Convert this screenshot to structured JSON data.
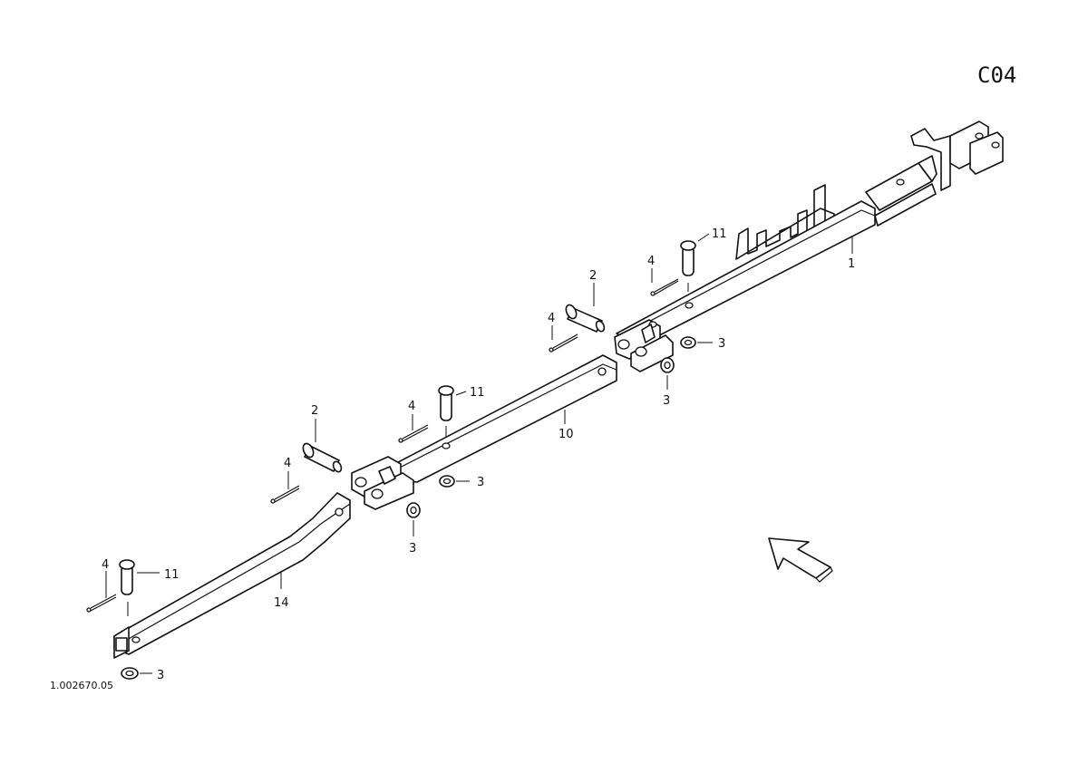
{
  "page_code": "C04",
  "drawing_ref": "1.002670.05",
  "callouts": {
    "c1": "1",
    "c2_top": "2",
    "c2_mid": "2",
    "c3_a": "3",
    "c3_b": "3",
    "c3_c": "3",
    "c3_d": "3",
    "c3_e": "3",
    "c4_a": "4",
    "c4_b": "4",
    "c4_c": "4",
    "c4_d": "4",
    "c10": "10",
    "c11_a": "11",
    "c11_b": "11",
    "c11_c": "11",
    "c14": "14"
  }
}
